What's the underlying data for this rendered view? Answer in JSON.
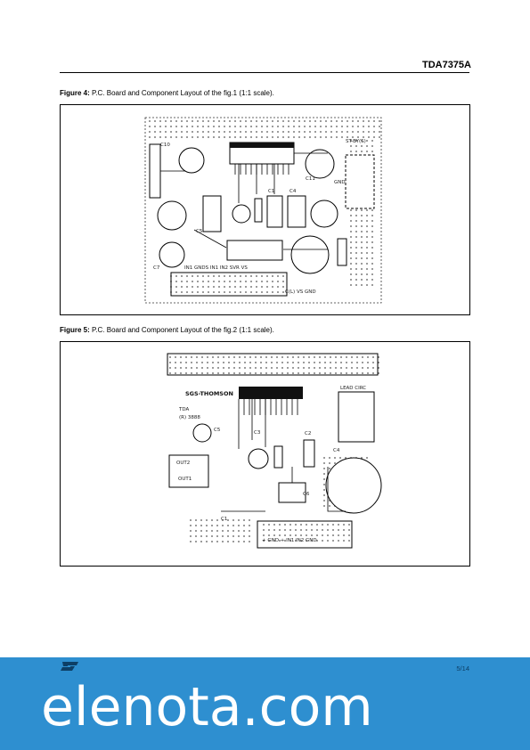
{
  "header": {
    "part_number": "TDA7375A"
  },
  "figures": [
    {
      "label": "Figure 4:",
      "caption": "P.C. Board and Component Layout of the fig.1 (1:1 scale).",
      "board_labels": {
        "inputs_row": "IN1  GNDS IN1  IN2  SVR  VS",
        "c_vs": "C(L)  VS  GND",
        "c10": "C10",
        "c11": "C11",
        "c4": "C4",
        "c5": "C5",
        "c1": "C1",
        "c7": "C7",
        "gnd": "GND",
        "st_by": "ST-BY(S)"
      }
    },
    {
      "label": "Figure 5:",
      "caption": "P.C. Board and Component Layout of the fig.2 (1:1 scale).",
      "board_labels": {
        "brand": "SGS-THOMSON",
        "tda": "TDA",
        "gain": "(R) 3888",
        "out2": "OUT2",
        "out1": "OUT1",
        "c1": "C1",
        "c2": "C2",
        "c3": "C3",
        "c4": "C4",
        "c5": "C5",
        "c6": "C6",
        "bottom_row": "+ GND  +  IN1  IN2  GND",
        "right_conn": "LEAD CIRC"
      }
    }
  ],
  "footer": {
    "page": "5/14",
    "logo": "st-logo",
    "watermark": "elenota.com"
  },
  "colors": {
    "footer_band": "#2e8fd0",
    "watermark": "#ffffff",
    "page_number": "#0d3f66"
  }
}
